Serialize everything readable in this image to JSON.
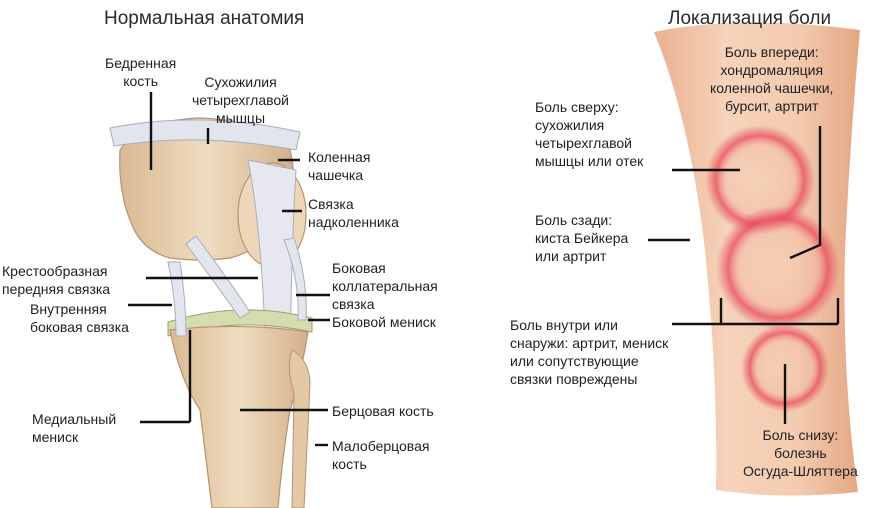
{
  "left": {
    "title": "Нормальная анатомия",
    "labels": {
      "femur": "Бедренная\nкость",
      "quad_tendon": "Сухожилия\nчетырехглавой\nмышцы",
      "patella": "Коленная\nчашечка",
      "patellar_lig": "Связка\nнадколенника",
      "acl": "Крестообразная\nпередняя связка",
      "mcl": "Внутренняя\nбоковая связка",
      "lcl": "Боковая\nколлатеральная\nсвязка",
      "lat_meniscus": "Боковой мениск",
      "med_meniscus": "Медиальный\nмениск",
      "tibia": "Берцовая кость",
      "fibula": "Малоберцовая\nкость"
    }
  },
  "right": {
    "title": "Локализация боли",
    "labels": {
      "front": "Боль впереди:\nхондромаляция\nколенной чашечки,\nбурсит, артрит",
      "top": "Боль сверху:\nсухожилия\nчетырехглавой\nмышцы или отек",
      "back": "Боль сзади:\nкиста Бейкера\nили артрит",
      "sides": "Боль внутри или\nснаружи: артрит, мениск\nили сопутствующие\nсвязки повреждены",
      "bottom": "Боль снизу:\nболезнь\nОсгуда-Шляттера"
    }
  },
  "colors": {
    "skin": "#f2c6a8",
    "bone": "#e9d3b3",
    "ligament": "#e4e6ee",
    "meniscus": "#d5dcae",
    "pain_ring": "#e8485a"
  }
}
